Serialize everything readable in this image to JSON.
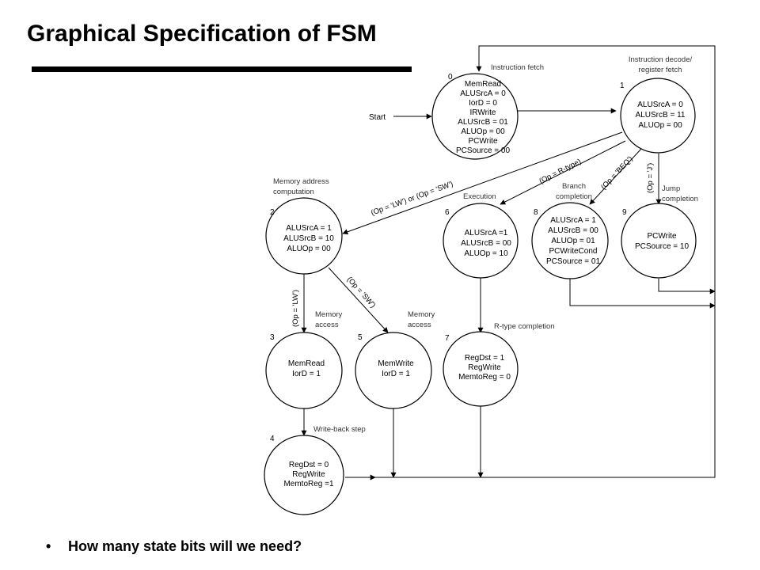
{
  "title": "Graphical Specification of FSM",
  "bullet": {
    "marker": "•",
    "text": "How many state bits will we need?"
  },
  "start_label": "Start",
  "states": [
    {
      "number": "0",
      "annotation": [
        "Instruction fetch"
      ],
      "signals": [
        "MemRead",
        "ALUSrcA = 0",
        "IorD = 0",
        "IRWrite",
        "ALUSrcB = 01",
        "ALUOp = 00",
        "PCWrite",
        "PCSource = 00"
      ]
    },
    {
      "number": "1",
      "annotation": [
        "Instruction decode/",
        "register fetch"
      ],
      "signals": [
        "ALUSrcA = 0",
        "ALUSrcB = 11",
        "ALUOp = 00"
      ]
    },
    {
      "number": "2",
      "annotation": [
        "Memory address",
        "computation"
      ],
      "signals": [
        "ALUSrcA = 1",
        "ALUSrcB = 10",
        "ALUOp = 00"
      ]
    },
    {
      "number": "3",
      "annotation": [
        "Memory",
        "access"
      ],
      "signals": [
        "MemRead",
        "IorD = 1"
      ]
    },
    {
      "number": "4",
      "annotation": [
        "Write-back step"
      ],
      "signals": [
        "RegDst = 0",
        "RegWrite",
        "MemtoReg =1",
        ""
      ]
    },
    {
      "number": "5",
      "annotation": [
        "Memory",
        "access"
      ],
      "signals": [
        "MemWrite",
        "IorD = 1"
      ]
    },
    {
      "number": "6",
      "annotation": [
        "Execution"
      ],
      "signals": [
        "ALUSrcA =1",
        "ALUSrcB = 00",
        "ALUOp = 10"
      ]
    },
    {
      "number": "7",
      "annotation": [
        "R-type completion"
      ],
      "signals": [
        "RegDst = 1",
        "RegWrite",
        "MemtoReg = 0"
      ]
    },
    {
      "number": "8",
      "annotation": [
        "Branch",
        "completion"
      ],
      "signals": [
        "ALUSrcA = 1",
        "ALUSrcB = 00",
        "ALUOp = 01",
        "PCWriteCond",
        "PCSource = 01"
      ]
    },
    {
      "number": "9",
      "annotation": [
        "Jump",
        "completion"
      ],
      "signals": [
        "PCWrite",
        "PCSource = 10"
      ]
    }
  ],
  "conditions": {
    "lw_or_sw": "(Op = 'LW') or (Op = 'SW')",
    "r_type": "(Op = R-type)",
    "beq": "(Op = 'BEQ')",
    "jump": "(Op = 'J')",
    "lw": "(Op = 'LW')",
    "sw": "(Op = 'SW')"
  }
}
